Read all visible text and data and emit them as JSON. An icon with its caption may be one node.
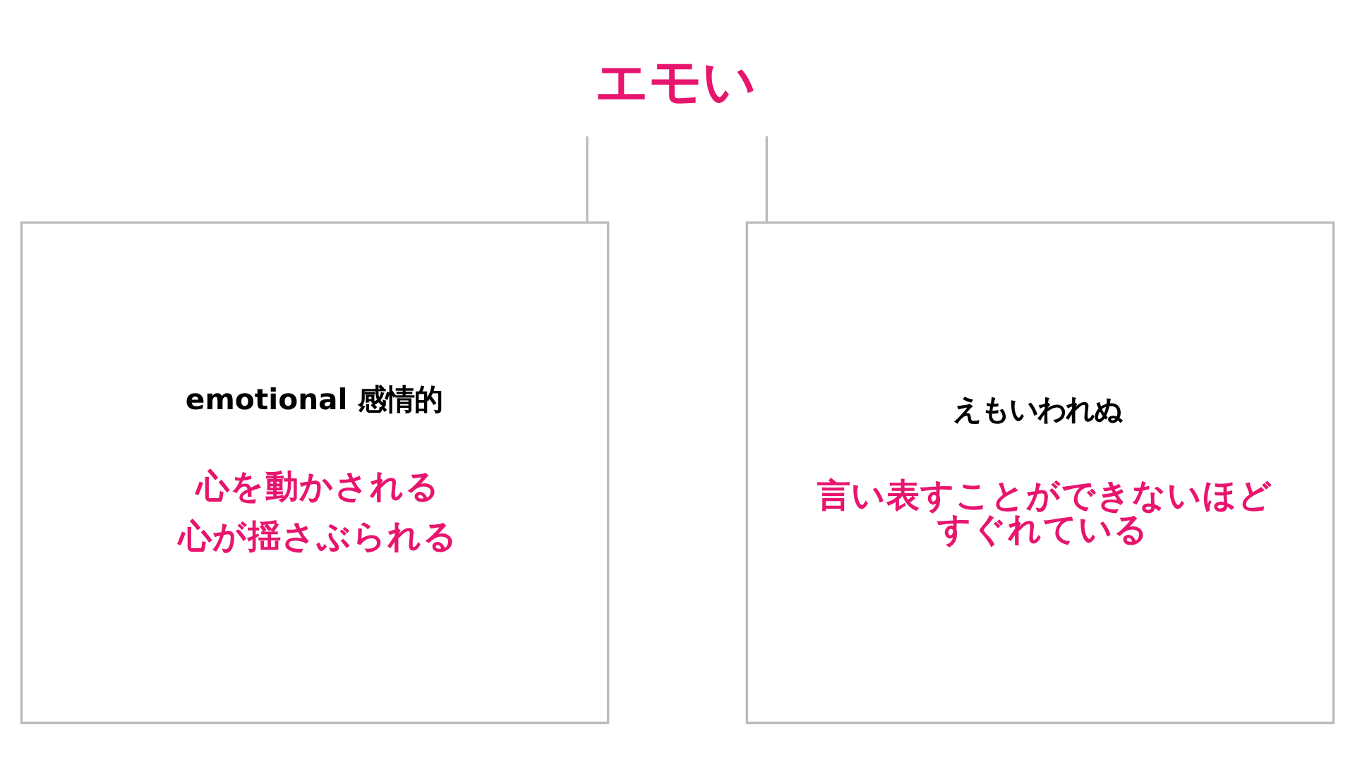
{
  "diagram": {
    "nodes": [
      {
        "text": [
          "エモい"
        ]
      },
      {
        "text": [
          "emotional 感情的",
          "心を動かされる",
          "心が揺さぶられる"
        ]
      },
      {
        "text": [
          "えもいわれぬ",
          "言い表すことができないほどすぐれている"
        ]
      }
    ],
    "edges": [
      {
        "from": 0,
        "to": 1,
        "arrow": "none"
      },
      {
        "from": 0,
        "to": 2,
        "arrow": "none"
      }
    ]
  }
}
